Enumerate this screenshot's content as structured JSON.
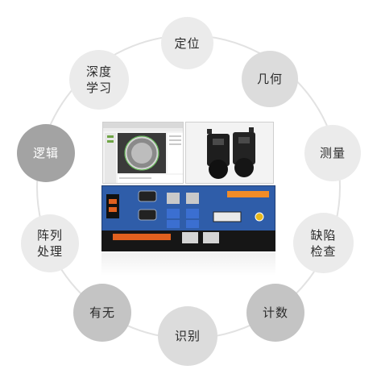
{
  "nodes": [
    {
      "id": "dingwei",
      "label": "定位"
    },
    {
      "id": "jihe",
      "label": "几何"
    },
    {
      "id": "celiang",
      "label": "测量"
    },
    {
      "id": "quexian",
      "label": "缺陷\n检查"
    },
    {
      "id": "jishu",
      "label": "计数"
    },
    {
      "id": "shibie",
      "label": "识别"
    },
    {
      "id": "youwu",
      "label": "有无"
    },
    {
      "id": "zhenlie",
      "label": "阵列\n处理"
    },
    {
      "id": "luoji",
      "label": "逻辑"
    },
    {
      "id": "shendu",
      "label": "深度\n学习"
    }
  ],
  "colors": {
    "ring": "#e2e2e2",
    "node_light": "#ebebeb",
    "node_mid": "#dcdcdc",
    "node_dark": "#a3a3a3",
    "device_blue": "#2f5da9",
    "device_orange": "#f28c28"
  }
}
